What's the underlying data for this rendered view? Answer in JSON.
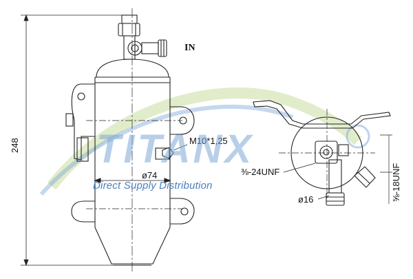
{
  "drawing": {
    "inlet_label": "IN",
    "dimension_height": "248",
    "dimension_diameter": "ø74",
    "thread_side_port": "M10*1,25",
    "thread_inlet": "⅜-24UNF",
    "thread_outlet": "⅝-18UNF",
    "pipe_diameter": "ø16"
  },
  "watermark": {
    "brand": "TITANX",
    "tagline": "Direct Supply Distribution",
    "brand_color": "#5b8fd0",
    "accent_color": "#b5d66a"
  }
}
